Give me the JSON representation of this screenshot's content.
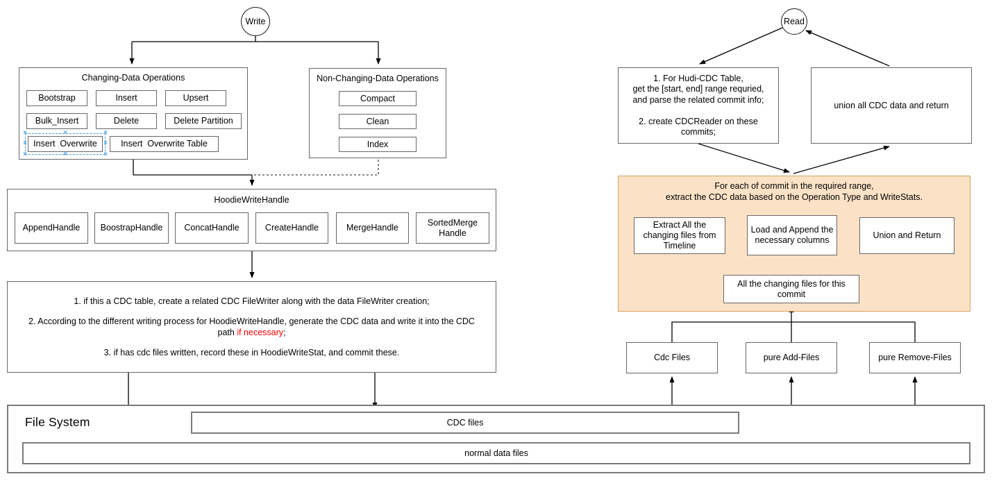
{
  "write_flow": {
    "start_label": "Write",
    "changing_ops": {
      "title": "Changing-Data Operations",
      "items": [
        "Bootstrap",
        "Insert",
        "Upsert",
        "Bulk_Insert",
        "Delete",
        "Delete Partition",
        "Insert  Overwrite",
        "Insert  Overwrite Table"
      ]
    },
    "nonchanging_ops": {
      "title": "Non-Changing-Data Operations",
      "items": [
        "Compact",
        "Clean",
        "Index"
      ]
    },
    "hoodie_write_handle": {
      "title": "HoodieWriteHandle",
      "handles": [
        "AppendHandle",
        "BoostrapHandle",
        "ConcatHandle",
        "CreateHandle",
        "MergeHandle",
        "SortedMerge\nHandle"
      ]
    },
    "steps": {
      "line1": "1. if this a CDC table, create a related CDC FileWriter along with the data FileWriter creation;",
      "line2a": "2. According to the different writing process for HoodieWriteHandle, generate the CDC data and write it into the CDC",
      "line2b_prefix": "path ",
      "line2b_red": "if necessary",
      "line2b_suffix": ";",
      "line3": "3. if has cdc files written, record these in HoodieWriteStat, and commit these."
    }
  },
  "read_flow": {
    "start_label": "Read",
    "prepare_box": "1. For Hudi-CDC Table,\nget the [start, end] range requried,\nand parse the related commit info;\n\n2. create CDCReader on these\ncommits;",
    "union_all_box": "union all CDC data and return",
    "per_commit": {
      "title": "For each of commit in the required range,\nextract the CDC data based on the Operation Type and WriteStats.",
      "extract_box": "Extract All the\nchanging files from\nTimeline",
      "load_box": "Load and Append the\nnecessary columns",
      "union_box": "Union and Return",
      "changing_files_box": "All the changing files for this\ncommit"
    },
    "file_sources": [
      "Cdc Files",
      "pure Add-Files",
      "pure Remove-Files"
    ]
  },
  "filesystem": {
    "title": "File System",
    "cdc_bar": "CDC files",
    "normal_bar": "normal data files"
  },
  "icons": {
    "selection_handle": "×"
  },
  "colors": {
    "per_commit_fill": "#fbe2c6",
    "per_commit_border": "#d7a160",
    "emphasis_red": "#ff0000",
    "selection_blue": "#3e9bdc",
    "shape_border_gray": "#666666"
  }
}
